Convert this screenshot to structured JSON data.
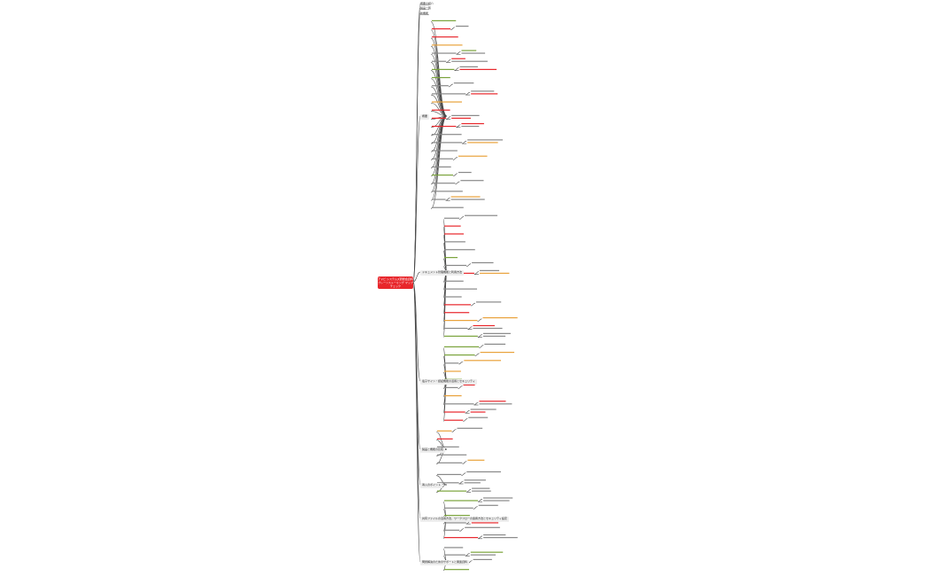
{
  "root": {
    "lines": [
      "アドビ システムズ研修会資料",
      "ブレーンストーミング マップ",
      "チェック"
    ]
  },
  "colors": {
    "root_bg": "#e8262b",
    "line": "#4a4a4a",
    "note_red": "#e8262b",
    "note_green": "#7aa33b",
    "note_orange": "#e9a23b"
  },
  "main_branches": [
    {
      "id": "b1",
      "label": "概要"
    },
    {
      "id": "b2",
      "label": "ドキュメント管理機能と利用方法"
    },
    {
      "id": "b3",
      "label": "電子サイン・認証機能の活用とセキュリティ"
    },
    {
      "id": "b4",
      "label": "製品と機能の比較"
    },
    {
      "id": "b5",
      "label": "導入のポイント"
    },
    {
      "id": "b6",
      "label": "共有ファイルの活用方法、ワークフローの連携方法とセキュリティ設定"
    },
    {
      "id": "b7",
      "label": "問題解決のためのサポートと関連資料"
    }
  ],
  "top_items": [
    {
      "label": "概要の紹介"
    },
    {
      "label": "製品一覧"
    },
    {
      "label": "新機能"
    }
  ]
}
